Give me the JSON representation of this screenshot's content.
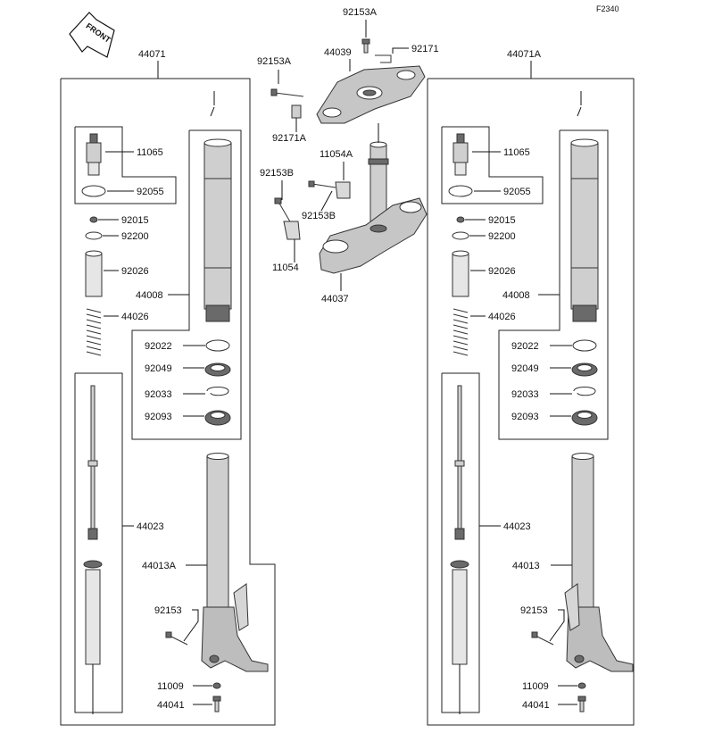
{
  "figure_code": "F2340",
  "front_label": "FRONT",
  "assemblies": {
    "left_fork": "44071",
    "right_fork": "44071A"
  },
  "left_parts": {
    "cap": "11065",
    "cap_oring": "92055",
    "nut": "92015",
    "washer": "92200",
    "spacer": "92026",
    "outer_tube": "44008",
    "spring": "44026",
    "ring": "92022",
    "oil_seal": "92049",
    "circlip": "92033",
    "dust_seal": "92093",
    "damper_rod": "44023",
    "inner_tube": "44013A",
    "bolt_side": "92153",
    "gasket": "11009",
    "bolt_bottom": "44041"
  },
  "right_parts": {
    "cap": "11065",
    "cap_oring": "92055",
    "nut": "92015",
    "washer": "92200",
    "spacer": "92026",
    "outer_tube": "44008",
    "spring": "44026",
    "ring": "92022",
    "oil_seal": "92049",
    "circlip": "92033",
    "dust_seal": "92093",
    "damper_rod": "44023",
    "inner_tube": "44013",
    "bolt_side": "92153",
    "gasket": "11009",
    "bolt_bottom": "44041"
  },
  "clamp_parts": {
    "upper_bolt_top": "92153A",
    "upper_bolt_left": "92153A",
    "upper_clamp": "44039",
    "upper_clip": "92171",
    "upper_clip_left": "92171A",
    "bracket_a": "11054A",
    "lower_bolt_left": "92153B",
    "lower_bolt_mid": "92153B",
    "bracket": "11054",
    "lower_clamp": "44037"
  }
}
